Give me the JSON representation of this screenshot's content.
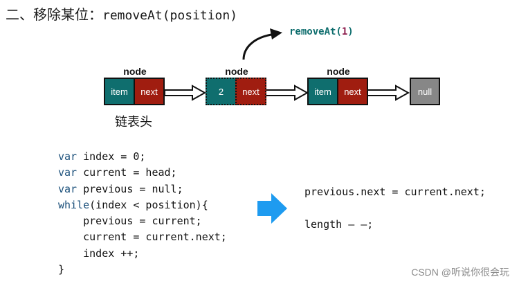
{
  "title": {
    "prefix": "二、移除某位：",
    "method": "removeAt(position)"
  },
  "diagram": {
    "call_label": {
      "name": "removeAt(",
      "arg": "1",
      "close": ")"
    },
    "nodes": [
      {
        "label": "node",
        "left": "item",
        "right": "next"
      },
      {
        "label": "node",
        "left": "2",
        "right": "next",
        "style": "dashed"
      },
      {
        "label": "node",
        "left": "item",
        "right": "next"
      }
    ],
    "null_label": "null",
    "head_label": "链表头"
  },
  "code_left": [
    {
      "kw": "var",
      "text": " index = 0;"
    },
    {
      "kw": "var",
      "text": " current = head;"
    },
    {
      "kw": "var",
      "text": " previous = null;"
    },
    {
      "kw": "while",
      "text": "(index < position){"
    },
    {
      "kw": "",
      "text": "    previous = current;"
    },
    {
      "kw": "",
      "text": "    current = current.next;"
    },
    {
      "kw": "",
      "text": "    index ++;"
    },
    {
      "kw": "",
      "text": "}"
    }
  ],
  "code_right": [
    "previous.next = current.next;",
    "",
    "length — —;"
  ],
  "watermark": "CSDN @听说你很会玩",
  "colors": {
    "teal": "#0f6e6e",
    "red": "#a01d10",
    "gray": "#878787",
    "arrow_blue": "#1e9bf0"
  }
}
